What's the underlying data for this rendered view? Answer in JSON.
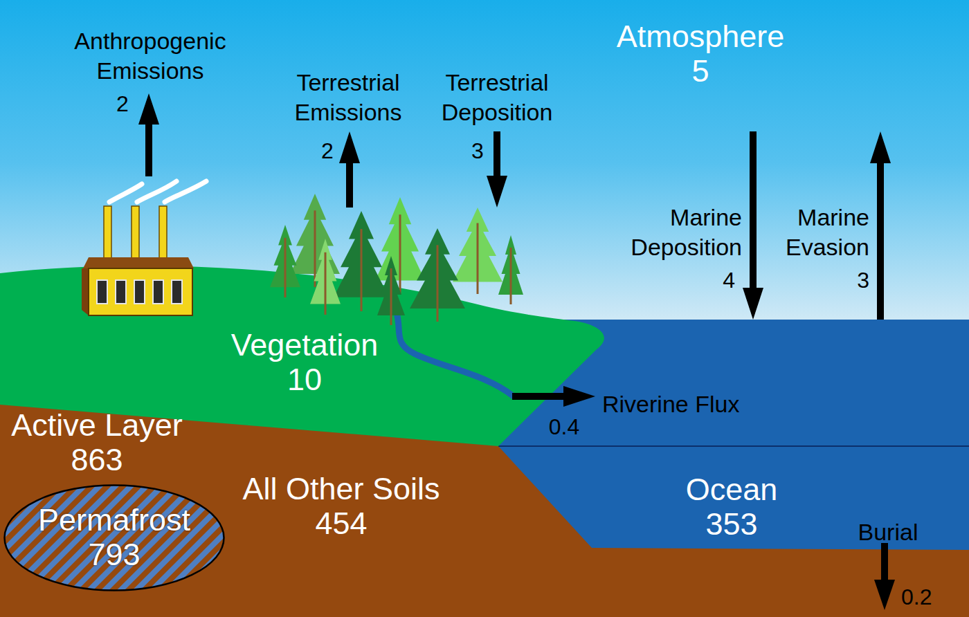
{
  "diagram": {
    "nodes": [
      {
        "text": [
          "Atmosphere",
          "5"
        ]
      },
      {
        "text": [
          "Vegetation",
          "10"
        ]
      },
      {
        "text": [
          "Active Layer",
          "863"
        ]
      },
      {
        "text": [
          "Permafrost",
          "793"
        ],
        "in": 2
      },
      {
        "text": [
          "All Other Soils",
          "454"
        ]
      },
      {
        "text": [
          "Ocean",
          "353"
        ]
      }
    ],
    "edges": [
      {
        "from": 1,
        "to": 0,
        "arrow": "to",
        "label": "Terrestrial Emissions"
      },
      {
        "from": 0,
        "to": 1,
        "arrow": "to",
        "label": "Terrestrial Deposition"
      },
      {
        "from": 0,
        "to": 5,
        "arrow": "to",
        "label": "Marine Deposition"
      },
      {
        "from": 5,
        "to": 0,
        "arrow": "to",
        "label": "Marine Evasion"
      },
      {
        "from": 1,
        "to": 5,
        "arrow": "to",
        "label": "Riverine Flux"
      }
    ],
    "labels": [
      "Anthropogenic Emissions",
      "2",
      "2",
      "3",
      "4",
      "3",
      "0.4",
      "Burial",
      "0.2"
    ]
  }
}
